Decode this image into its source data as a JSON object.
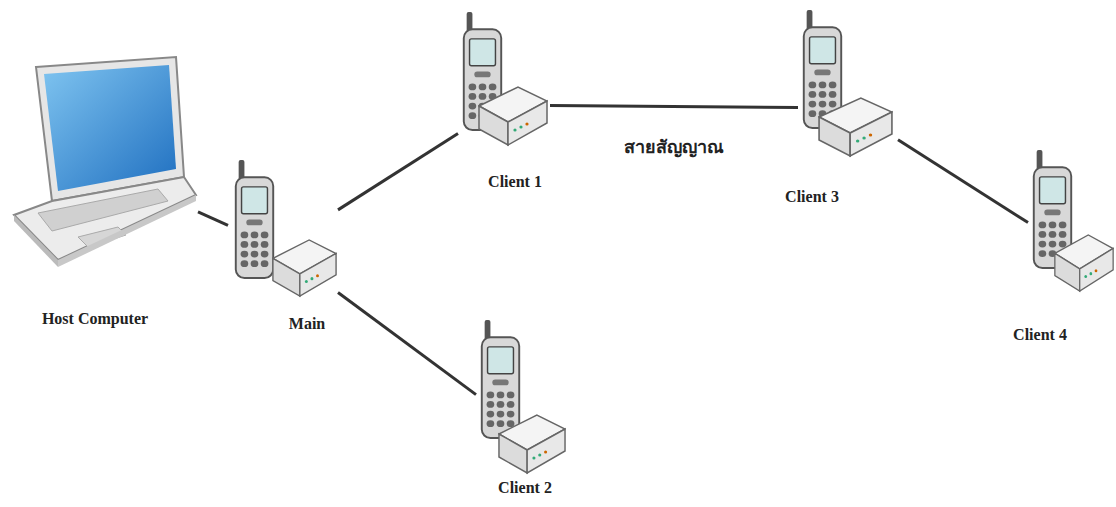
{
  "diagram": {
    "nodes": [
      {
        "text": [
          "Host Computer"
        ]
      },
      {
        "text": [
          "Main"
        ]
      },
      {
        "text": [
          "Client 1"
        ]
      },
      {
        "text": [
          "Client 2"
        ]
      },
      {
        "text": [
          "Client 3"
        ]
      },
      {
        "text": [
          "Client 4"
        ]
      }
    ],
    "edges": [
      {
        "from": 0,
        "to": 1,
        "arrow": "none"
      },
      {
        "from": 1,
        "to": 2,
        "arrow": "none"
      },
      {
        "from": 1,
        "to": 3,
        "arrow": "none"
      },
      {
        "from": 2,
        "to": 4,
        "label": "สายสัญญาณ",
        "arrow": "none"
      },
      {
        "from": 4,
        "to": 5,
        "arrow": "none"
      }
    ]
  }
}
